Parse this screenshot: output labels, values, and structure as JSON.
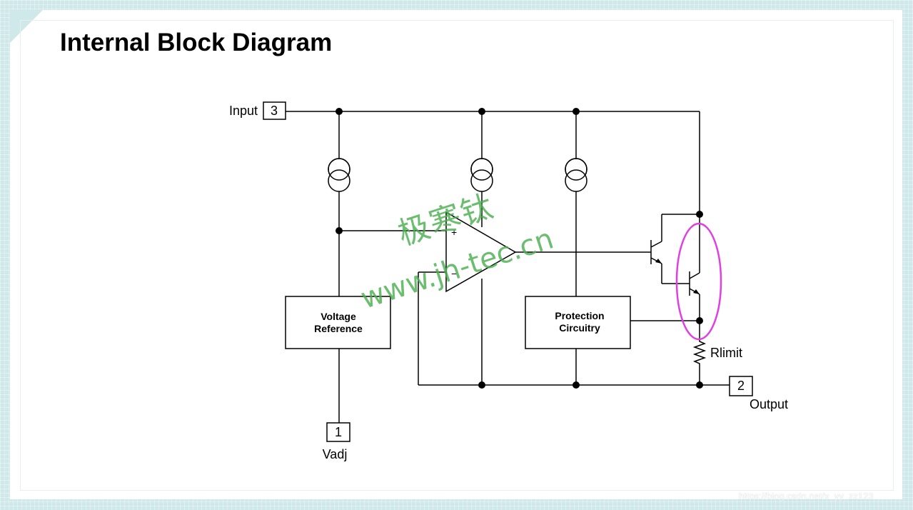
{
  "slide": {
    "title": "Internal Block Diagram"
  },
  "pins": {
    "input": {
      "label": "Input",
      "number": "3"
    },
    "output": {
      "label": "Output",
      "number": "2"
    },
    "adjust": {
      "label": "Vadj",
      "number": "1"
    }
  },
  "blocks": {
    "voltage_reference": {
      "line1": "Voltage",
      "line2": "Reference"
    },
    "protection_circuitry": {
      "line1": "Protection",
      "line2": "Circuitry"
    }
  },
  "components": {
    "resistor_label": "Rlimit",
    "opamp_plus": "+",
    "opamp_minus": "−"
  },
  "highlight": {
    "color": "#e040e0"
  },
  "watermarks": {
    "chinese": "极寒钛",
    "url": "www.jh-tec.cn",
    "blog": "https://blog.csdn.net/x_yy_zz123"
  }
}
